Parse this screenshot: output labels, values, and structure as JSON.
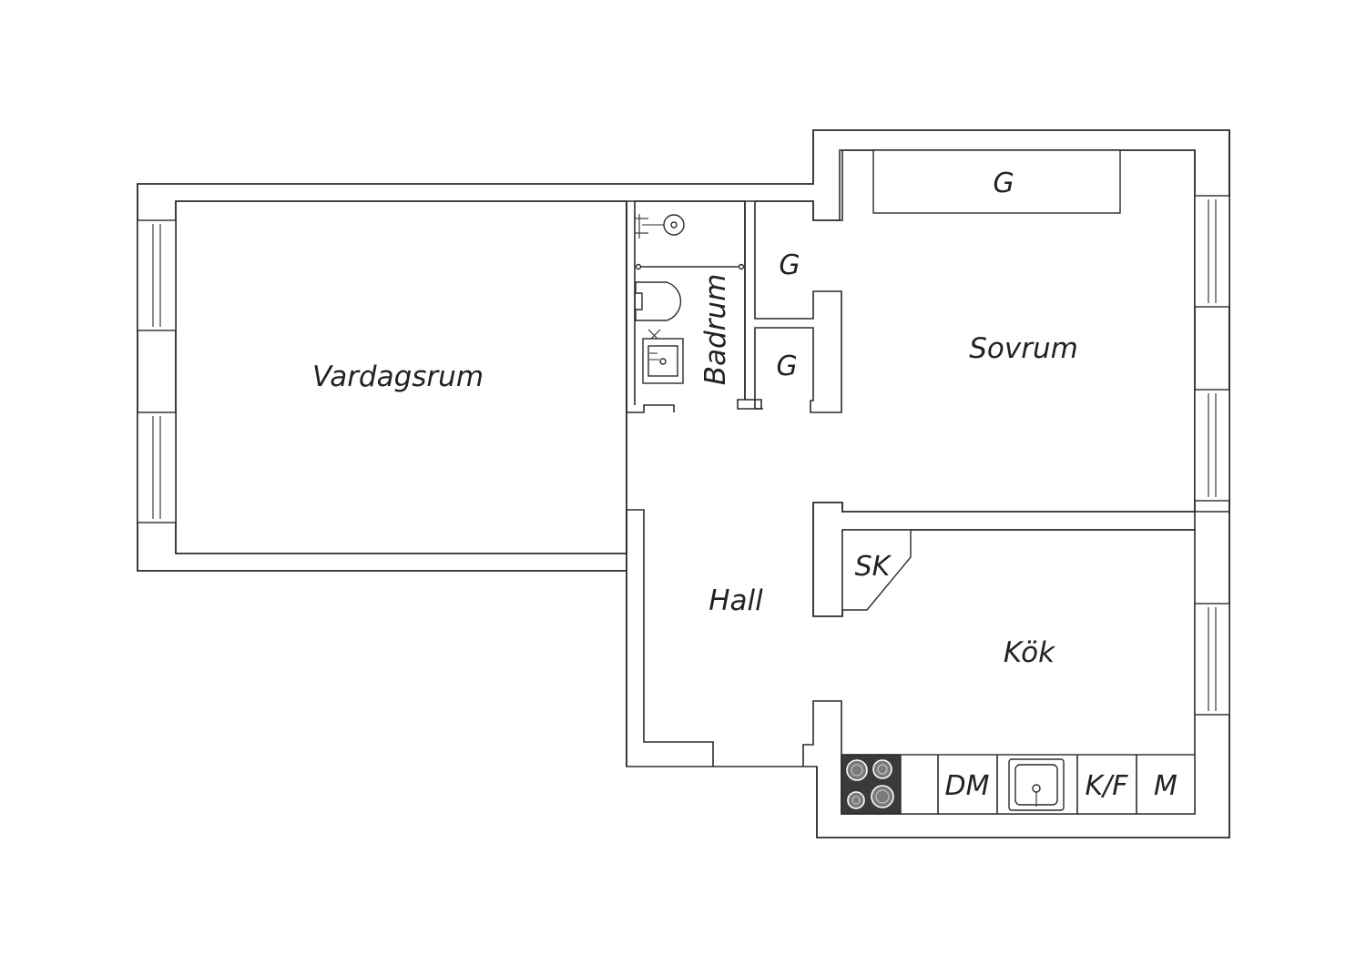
{
  "rooms": {
    "living_room": "Vardagsrum",
    "bathroom": "Badrum",
    "bedroom": "Sovrum",
    "hall": "Hall",
    "kitchen": "Kök"
  },
  "storage": {
    "wardrobe_bedroom": "G",
    "closet_upper": "G",
    "closet_lower": "G",
    "cabinet_kitchen": "SK"
  },
  "appliances": {
    "dishwasher": "DM",
    "fridge_freezer": "K/F",
    "microwave": "M"
  },
  "colors": {
    "wall_stroke": "#2b2b2b",
    "stove_fill": "#3a3a3a",
    "background": "#ffffff"
  }
}
